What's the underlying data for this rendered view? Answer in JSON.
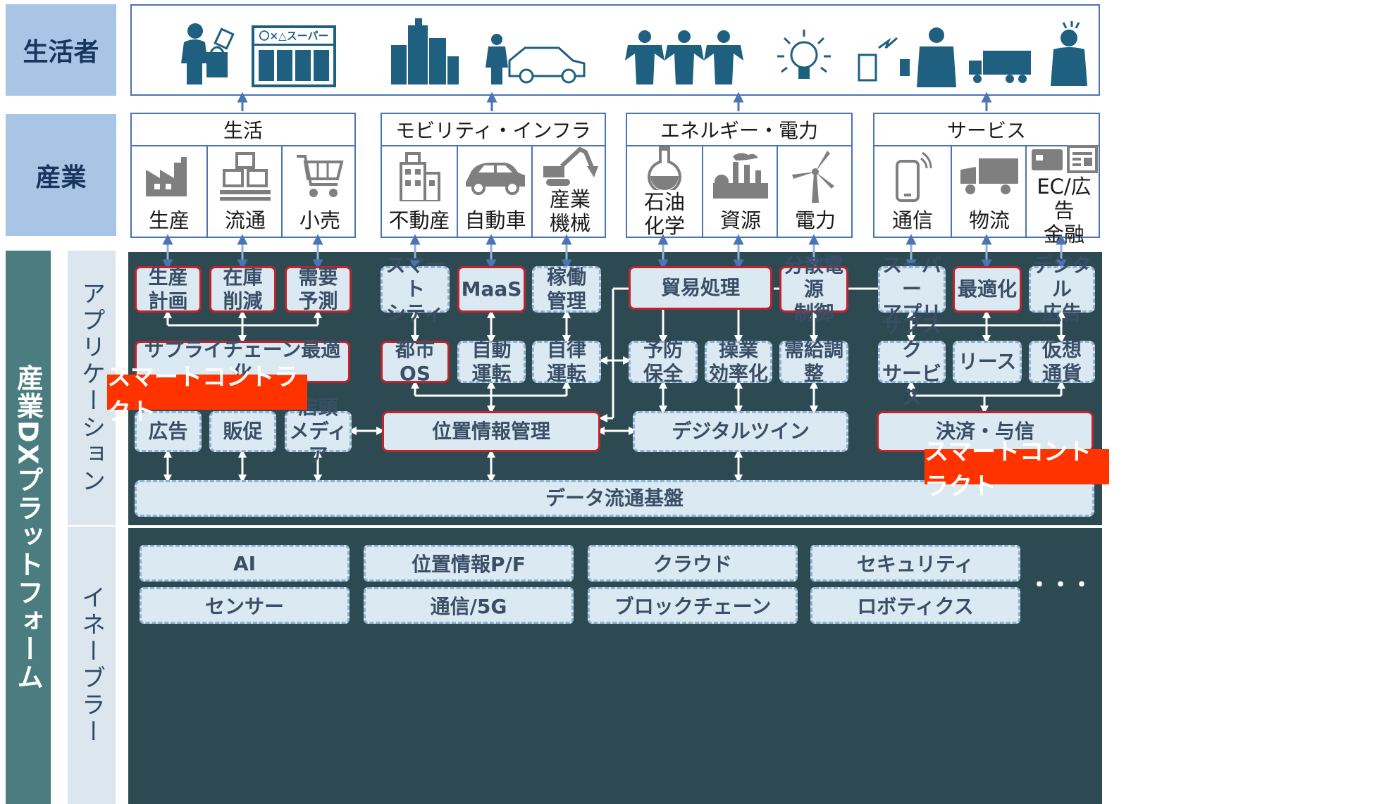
{
  "rows": {
    "consumer": "生活者",
    "industry": "産業",
    "platform": "産業DXプラットフォーム",
    "application": "アプリケーション",
    "enabler": "イネーブラー"
  },
  "consumer_icons": [
    "shopper-icon",
    "supermarket-icon",
    "buildings-icon",
    "police-car-icon",
    "people-icon",
    "lightbulb-icon",
    "meter-phone-icon",
    "truck-icon",
    "person-icon"
  ],
  "supermarket_sign": "〇×△スーパー",
  "industry_groups": [
    {
      "title": "生活",
      "items": [
        {
          "label": "生産",
          "icon": "factory-icon"
        },
        {
          "label": "流通",
          "icon": "boxes-icon"
        },
        {
          "label": "小売",
          "icon": "cart-icon"
        }
      ]
    },
    {
      "title": "モビリティ・インフラ",
      "items": [
        {
          "label": "不動産",
          "icon": "building-icon"
        },
        {
          "label": "自動車",
          "icon": "car-icon"
        },
        {
          "label": "産業\n機械",
          "icon": "excavator-icon"
        }
      ]
    },
    {
      "title": "エネルギー・電力",
      "items": [
        {
          "label": "石油\n化学",
          "icon": "flask-icon"
        },
        {
          "label": "資源",
          "icon": "plant-icon"
        },
        {
          "label": "電力",
          "icon": "windmill-icon"
        }
      ]
    },
    {
      "title": "サービス",
      "items": [
        {
          "label": "通信",
          "icon": "phone-icon"
        },
        {
          "label": "物流",
          "icon": "truck-icon"
        },
        {
          "label": "EC/広告\n金融",
          "icon": "card-icon"
        }
      ]
    }
  ],
  "apps": {
    "seisan_keikaku": "生産\n計画",
    "zaiko_sakugen": "在庫\n削減",
    "juyo_yosoku": "需要\n予測",
    "smart_city": "スマート\nシティ",
    "maas": "MaaS",
    "kado_kanri": "稼働\n管理",
    "boeki_shori": "貿易処理",
    "bunsan_dengen": "分散電源\n制御",
    "super_app": "スーパー\nアプリ",
    "saitekika": "最適化",
    "digital_ad": "デジタル\n広告",
    "supply_chain": "サプライチェーン最適化",
    "toshi_os": "都市OS",
    "jido_unten": "自動\n運転",
    "jiritsu_unten": "自律\n運転",
    "yobo_hozen": "予防\n保全",
    "sogyo_koritsu": "操業\n効率化",
    "jukyu_chosei": "需給調整",
    "subscription": "サブスク\nサービス",
    "lease": "リース",
    "kaso_tsuka": "仮想\n通貨",
    "kokoku": "広告",
    "hansoku": "販促",
    "tento_media": "店頭\nメディア",
    "ichi_joho": "位置情報管理",
    "digital_twin": "デジタルツイン",
    "kessai": "決済・与信",
    "data_base": "データ流通基盤"
  },
  "smart_contract_labels": [
    "スマートコントラクト",
    "スマートコントラクト"
  ],
  "enablers": [
    "AI",
    "位置情報P/F",
    "クラウド",
    "セキュリティ",
    "センサー",
    "通信/5G",
    "ブロックチェーン",
    "ロボティクス"
  ],
  "more": "・・・",
  "colors": {
    "dark_bg": "#2d4a53",
    "box_fill": "#dbe9f3",
    "red_border": "#c0232b",
    "tag": "#ff3300",
    "row_label": "#a9c5e6",
    "icon": "#1f5f80",
    "icon_gray": "#7f7f7f"
  }
}
